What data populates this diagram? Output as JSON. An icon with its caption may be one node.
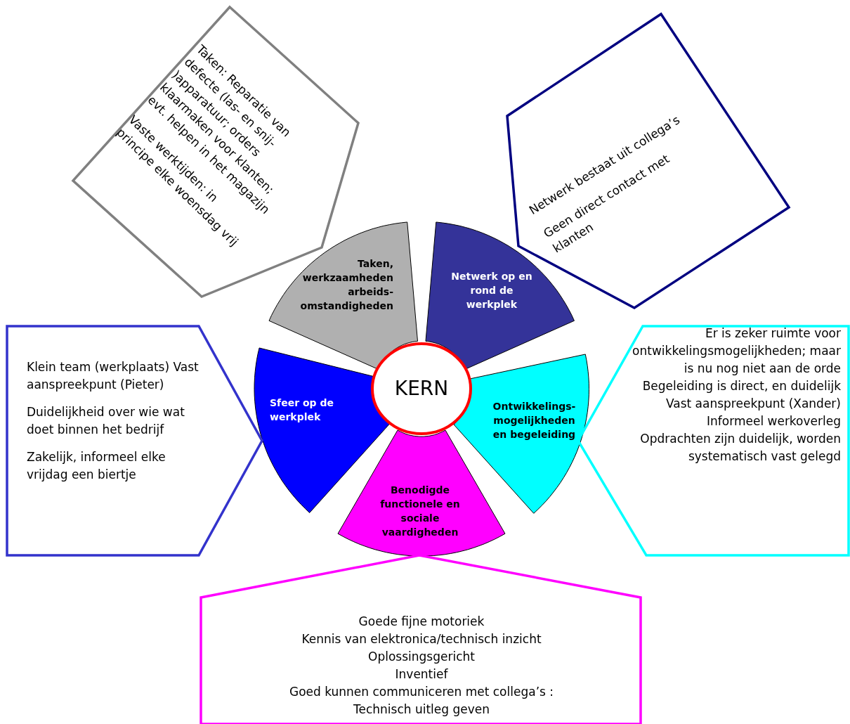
{
  "diagram": {
    "nodes": [
      {
        "text": [
          "KERN"
        ]
      },
      {
        "text": [
          "Taken, werkzaamheden arbeids- omstandigheden"
        ]
      },
      {
        "text": [
          "Netwerk op en rond de werkplek"
        ]
      },
      {
        "text": [
          "Ontwikkelings- mogelijkheden en begeleiding"
        ]
      },
      {
        "text": [
          "Benodigde functionele en sociale vaardigheden"
        ]
      },
      {
        "text": [
          "Sfeer op de werkplek"
        ]
      },
      {
        "text": [
          "Taken: Reparatie van defecte (las- en snij- )apparatuur; orders klaarmaken voor klanten; evt. helpen in het magazijn",
          "Vaste werktijden:  in principe elke woensdag vrij"
        ]
      },
      {
        "text": [
          "Netwerk bestaat uit collega’s",
          "Geen direct contact met klanten"
        ]
      },
      {
        "text": [
          "Er is zeker ruimte voor ontwikkelingsmogelijkheden; maar is nu nog niet aan de orde",
          "Begeleiding is direct, en duidelijk",
          "Vast aanspreekpunt (Xander)",
          "Informeel werkoverleg",
          "Opdrachten zijn duidelijk, worden systematisch vast gelegd"
        ]
      },
      {
        "text": [
          "Goede fijne motoriek",
          "Kennis van elektronica/technisch inzicht",
          "Oplossingsgericht",
          "Inventief",
          "Goed kunnen communiceren met collega’s :",
          "Technisch uitleg geven"
        ]
      },
      {
        "text": [
          "Klein team (werkplaats) Vast aanspreekpunt (Pieter)",
          "Duidelijkheid over wie wat doet binnen het bedrijf",
          "Zakelijk, informeel elke vrijdag een biertje"
        ]
      }
    ]
  }
}
